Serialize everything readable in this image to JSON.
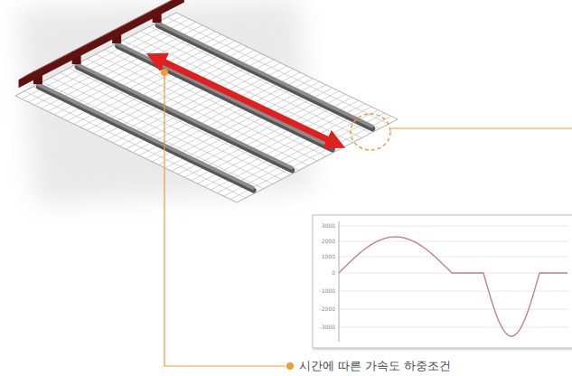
{
  "diagram": {
    "labels": [
      "3000",
      "2000",
      "1000",
      "0",
      "-1000",
      "-2000",
      "-3000",
      "시간에 따른 가속도 하중조건"
    ]
  }
}
